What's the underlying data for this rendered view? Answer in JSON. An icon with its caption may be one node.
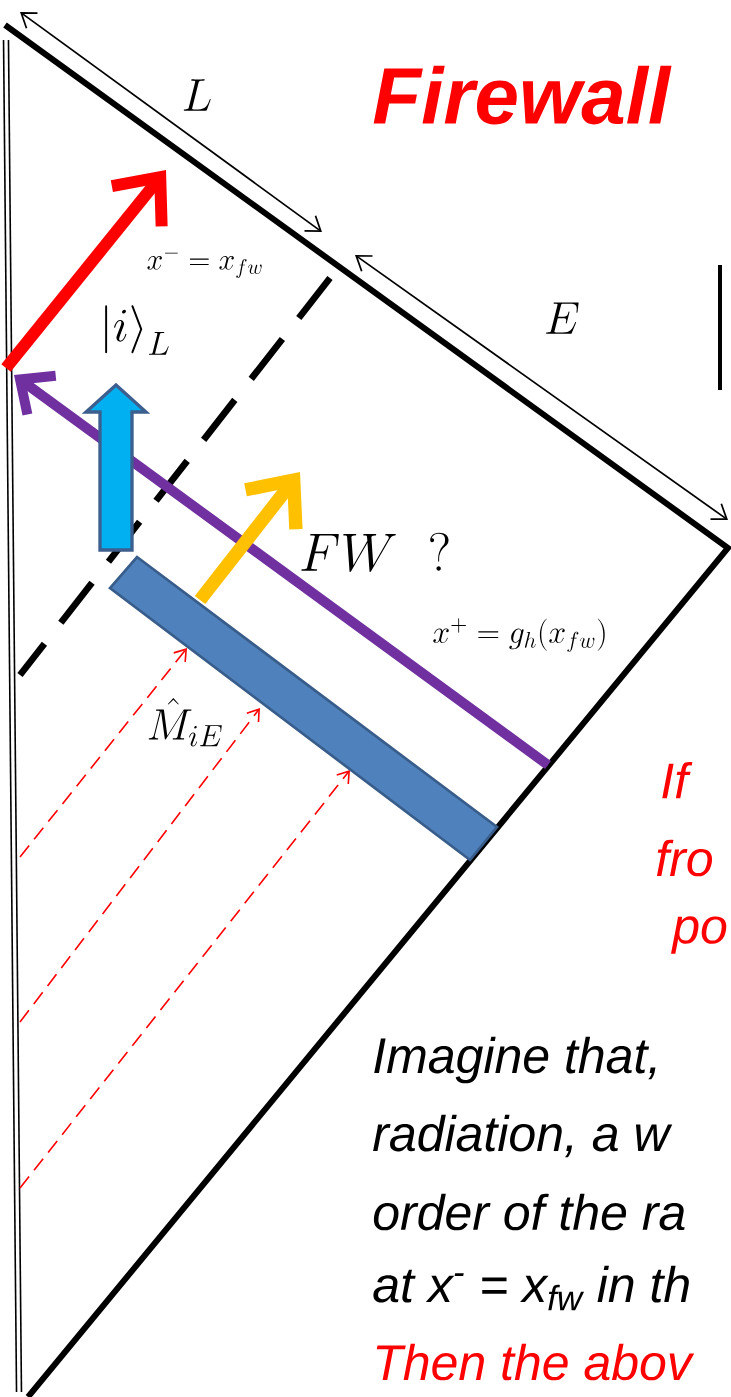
{
  "diagram": {
    "title": "Firewall",
    "labels": [
      "L",
      "x^{-} = x_{fw}",
      "E",
      "\\left| i \\right\\rangle_{L}",
      "FW\\ \\ ?",
      "x^{+} = g_{h}(x_{fw})",
      "\\hat{M}_{iE}",
      "If",
      "fro",
      "po",
      "Imagine that,",
      "radiation, a w",
      "order of the ra",
      "at x$^{-}$ = x$_{fw}$ in th",
      "Then the abov"
    ]
  }
}
